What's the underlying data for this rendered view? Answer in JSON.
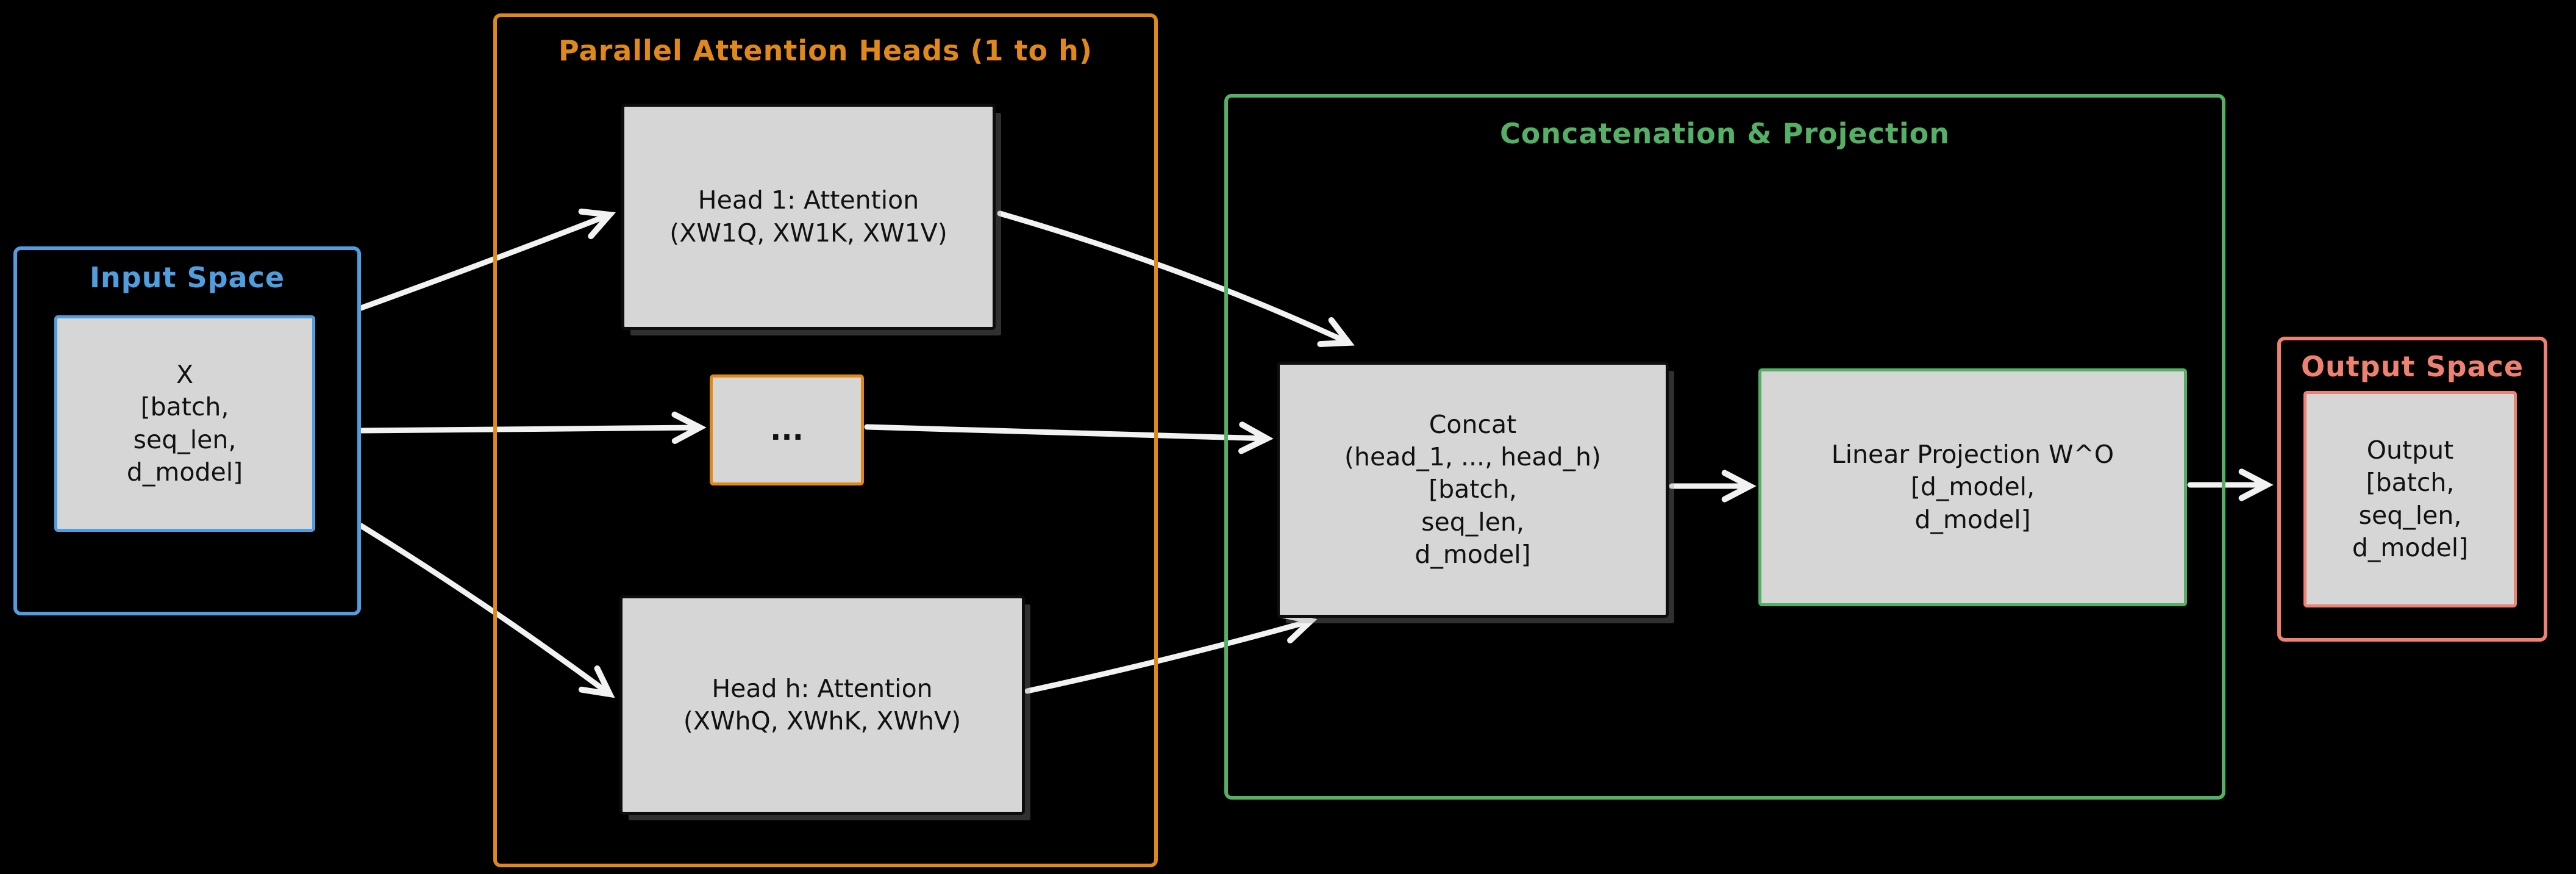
{
  "colors": {
    "background": "#000000",
    "blue": "#4f9ee0",
    "orange": "#e0891a",
    "green": "#54b064",
    "red": "#ef8171",
    "box_fill": "#d6d6d6",
    "arrow": "#f2f2f2"
  },
  "input": {
    "title": "Input Space",
    "box": {
      "lines": [
        "X",
        "[batch,",
        "seq_len,",
        "d_model]"
      ]
    }
  },
  "heads": {
    "title": "Parallel Attention Heads (1 to h)",
    "head1": {
      "lines": [
        "Head 1: Attention",
        "(XW1Q, XW1K, XW1V)"
      ]
    },
    "dots": {
      "label": "..."
    },
    "headh": {
      "lines": [
        "Head h: Attention",
        "(XWhQ, XWhK, XWhV)"
      ]
    }
  },
  "concat_projection": {
    "title": "Concatenation & Projection",
    "concat": {
      "lines": [
        "Concat",
        "(head_1, ..., head_h)",
        "[batch,",
        "seq_len,",
        "d_model]"
      ]
    },
    "linear": {
      "lines": [
        "Linear Projection W^O",
        "[d_model,",
        "d_model]"
      ]
    }
  },
  "output": {
    "title": "Output Space",
    "box": {
      "lines": [
        "Output",
        "[batch,",
        "seq_len,",
        "d_model]"
      ]
    }
  }
}
